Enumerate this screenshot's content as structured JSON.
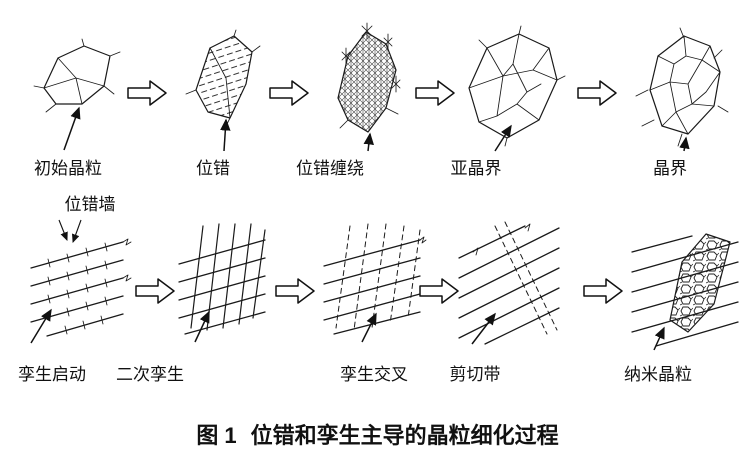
{
  "figure": {
    "caption": {
      "label": "图 1",
      "text": "位错和孪生主导的晶粒细化过程"
    },
    "row1_labels": [
      "初始晶粒",
      "位错",
      "位错缠绕",
      "亚晶界",
      "晶界"
    ],
    "row2_labels": [
      "孪生启动",
      "二次孪生",
      "孪生交叉",
      "剪切带",
      "纳米晶粒"
    ],
    "annotation": "位错墙",
    "sketches_row1": [
      "initial-grain",
      "dislocations",
      "dislocation-tangles",
      "sub-grain-boundaries",
      "grain-boundaries"
    ],
    "sketches_row2": [
      "twin-initiation",
      "secondary-twinning",
      "twin-intersection",
      "shear-band",
      "nano-grains"
    ],
    "colors": {
      "ink": "#1a1a1a",
      "background": "#ffffff"
    }
  }
}
